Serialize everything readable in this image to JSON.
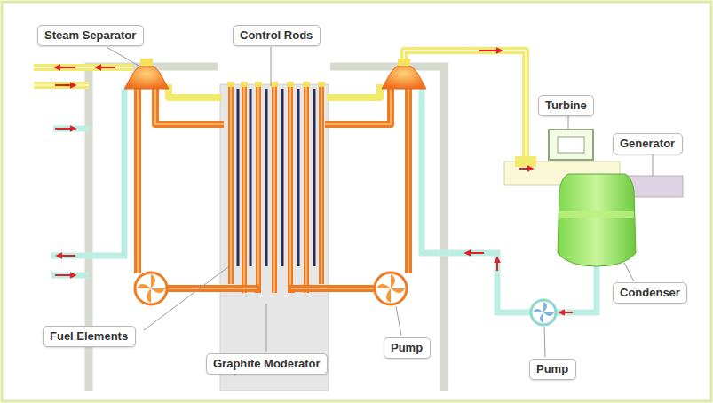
{
  "diagram": {
    "nodes": [
      {
        "text": [
          "Steam Separator"
        ]
      },
      {
        "text": [
          "Control Rods"
        ]
      },
      {
        "text": [
          "Turbine"
        ]
      },
      {
        "text": [
          "Generator"
        ]
      },
      {
        "text": [
          "Fuel Elements"
        ]
      },
      {
        "text": [
          "Graphite Moderator"
        ]
      },
      {
        "text": [
          "Pump"
        ]
      },
      {
        "text": [
          "Pump"
        ]
      },
      {
        "text": [
          "Condenser"
        ]
      }
    ]
  }
}
